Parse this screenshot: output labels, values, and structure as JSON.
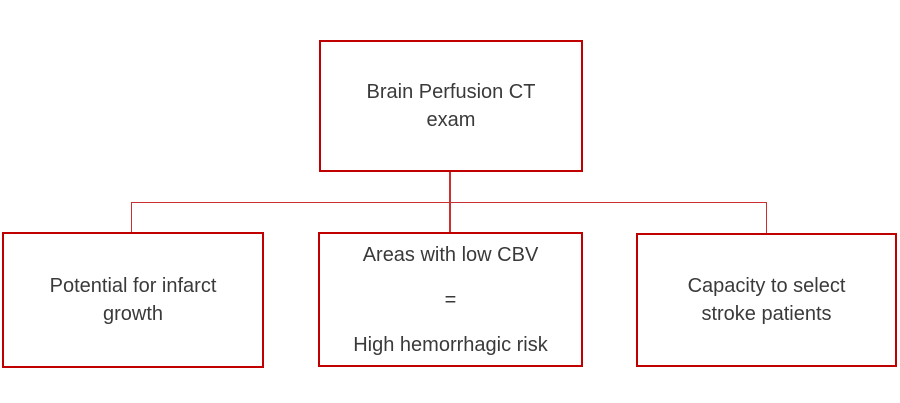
{
  "diagram": {
    "type": "flowchart",
    "colors": {
      "box_border": "#c00000",
      "connector": "#c9302f",
      "text": "#3a3a3a",
      "background": "#ffffff"
    },
    "nodes": {
      "root": {
        "label": "Brain Perfusion CT exam",
        "lines": [
          "Brain Perfusion CT",
          "exam"
        ]
      },
      "left": {
        "label": "Potential for infarct growth",
        "lines": [
          "Potential for infarct",
          "growth"
        ]
      },
      "middle": {
        "label": "Areas with low CBV = High hemorrhagic risk",
        "lines": [
          "Areas with low CBV",
          "=",
          "High hemorrhagic risk"
        ]
      },
      "right": {
        "label": "Capacity to select stroke patients",
        "lines": [
          "Capacity to select",
          "stroke patients"
        ]
      }
    },
    "edges": [
      {
        "from": "root",
        "to": "left"
      },
      {
        "from": "root",
        "to": "middle"
      },
      {
        "from": "root",
        "to": "right"
      }
    ]
  }
}
